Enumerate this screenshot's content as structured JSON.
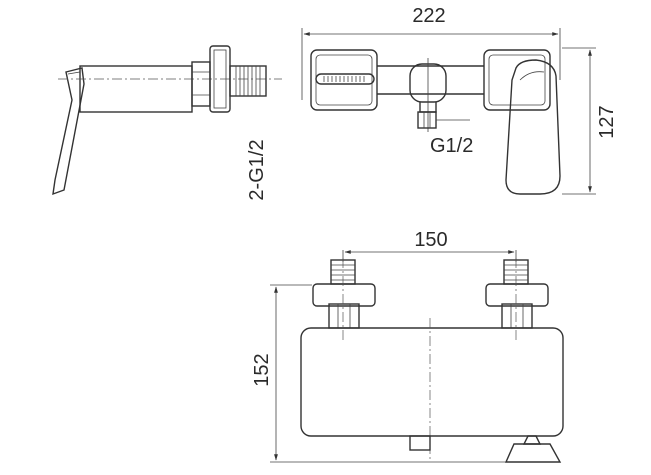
{
  "labels": {
    "top_width": "222",
    "right_height": "127",
    "side_threads": "2-G1/2",
    "outlet_thread": "G1/2",
    "inlet_spacing": "150",
    "front_height": "152"
  }
}
